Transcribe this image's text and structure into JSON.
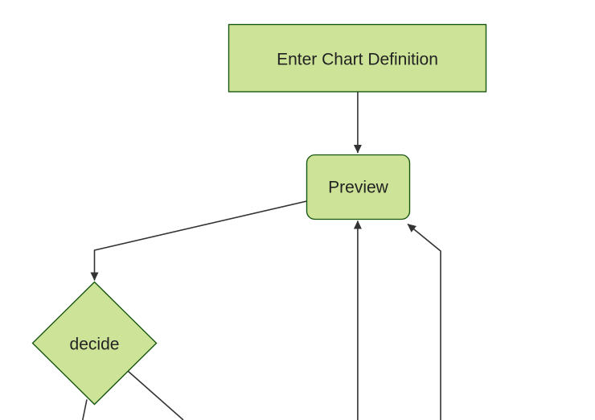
{
  "diagram": {
    "type": "flowchart",
    "direction": "top-down",
    "nodes": [
      {
        "id": "A",
        "label": "Enter Chart Definition",
        "shape": "rectangle"
      },
      {
        "id": "B",
        "label": "Preview",
        "shape": "rounded-rectangle"
      },
      {
        "id": "C",
        "label": "decide",
        "shape": "diamond"
      }
    ],
    "edges": [
      {
        "from": "Enter Chart Definition",
        "to": "Preview",
        "arrowhead": true
      },
      {
        "from": "Preview",
        "to": "decide",
        "arrowhead": true
      },
      {
        "from": "offscreen-bottom",
        "to": "Preview (bottom center)",
        "arrowhead": true
      },
      {
        "from": "offscreen-bottom",
        "to": "Preview (bottom right)",
        "arrowhead": true
      },
      {
        "from": "decide",
        "to": "offscreen-bottom-left",
        "arrowhead": false
      },
      {
        "from": "decide",
        "to": "offscreen-bottom-right",
        "arrowhead": false
      }
    ],
    "colors": {
      "node_fill": "#cde498",
      "node_border": "#13540c",
      "edge_line": "#333333",
      "label_text": "#222222",
      "background": "#ffffff"
    }
  }
}
